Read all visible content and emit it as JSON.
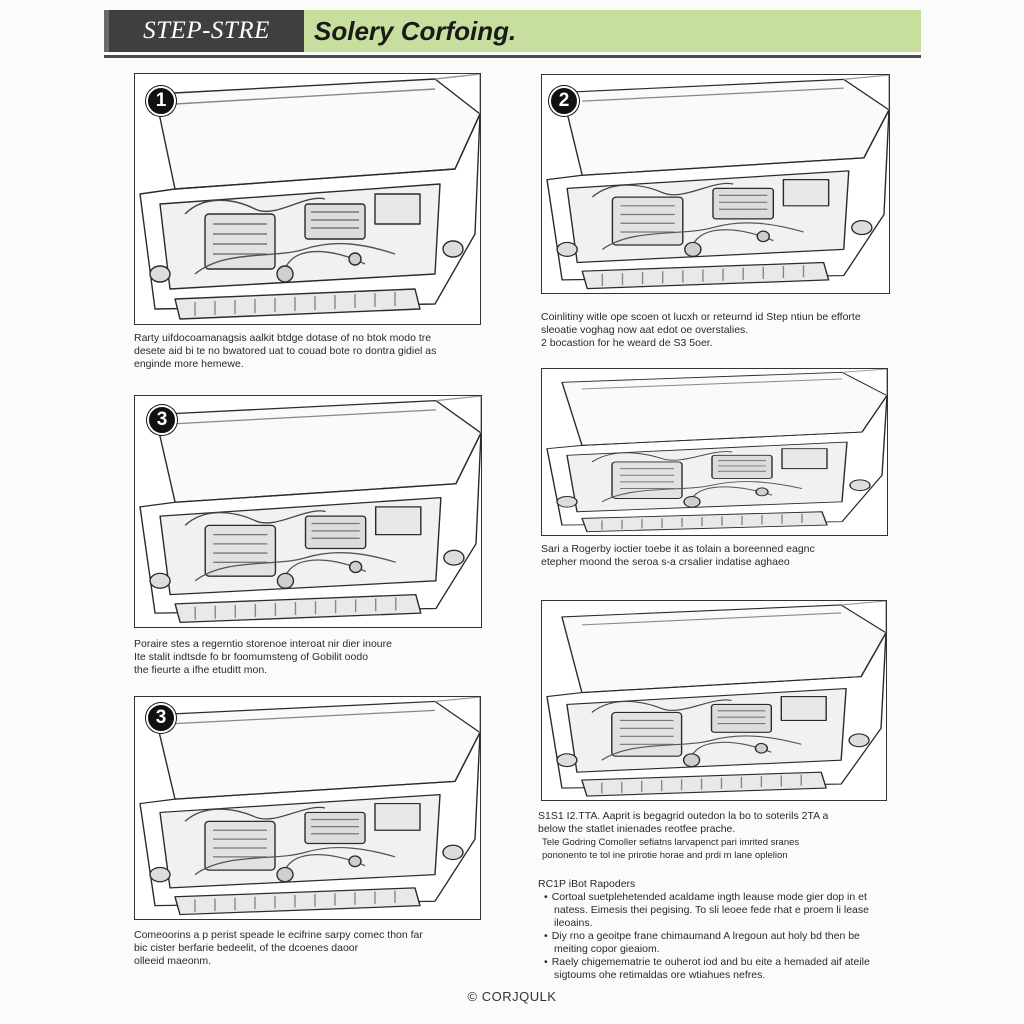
{
  "header": {
    "left_label": "STEP-STRE",
    "title": "Solery Corfoing."
  },
  "steps": [
    {
      "badge": "1",
      "caption": [
        "Rarty uifdocoamanagsis aalkit btdge dotase of no btok modo tre",
        "desete aid bi te no bwatored uat to couad bote ro dontra gidiel as",
        "enginde more hemewe."
      ]
    },
    {
      "badge": "2",
      "caption": [
        "Coinlitiny witle ope scoen ot lucxh or reteurnd id Step ntiun be efforte",
        "sleoatie voghag now aat edot oe overstalies.",
        "2 bocastion for he weard de S3 5oer."
      ]
    },
    {
      "badge": "3",
      "caption": [
        "Poraire stes a regerntio storenoe interoat nir dier inoure",
        "Ite stalit indtsde fo br foomumsteng of Gobilit oodo",
        "the fieurte a ifhe etuditt mon."
      ]
    },
    {
      "badge": "",
      "caption": [
        "Sari a Rogerby ioctier toebe it as tolain a boreenned eagnc",
        "etepher moond the seroa s-a crsalier indatise aghaeo"
      ]
    },
    {
      "badge": "3",
      "caption": [
        "Comeoorins a p perist speade le ecifrine sarpy comec thon far",
        "bic cister berfarie bedeelit, of the dcoenes daoor",
        "olleeid maeonm."
      ]
    }
  ],
  "notes": {
    "intro": "S1S1 I2.TTA. Aaprit is begagrid outedon la bo to soterils 2TA a",
    "intro2": "below the statlet inienades reotfee prache.",
    "sub1": "Tele Godring Comoller sefiatns larvapenct pari imrited sranes",
    "sub2": "pononento te tol ine prirotie horae and prdi m lane oplelion",
    "heading": "RC1P iBot Rapoders",
    "bullets": [
      [
        "Cortoal suetplehetended acaldame ingth leause mode gier dop in et",
        "natess. Eimesis thei pegising. To sli leoee fede rhat e proem li lease",
        "ileoains."
      ],
      [
        "Diy rno a geoitpe frane chimaumand A lregoun aut holy bd then be",
        "meiting copor gieaiom."
      ],
      [
        "Raely chigemematrie te ouherot iod and bu eite a hemaded aif ateile",
        "sigtoums ohe retimaldas ore wtiahues nefres."
      ]
    ]
  },
  "footer": "© CORJQULK"
}
